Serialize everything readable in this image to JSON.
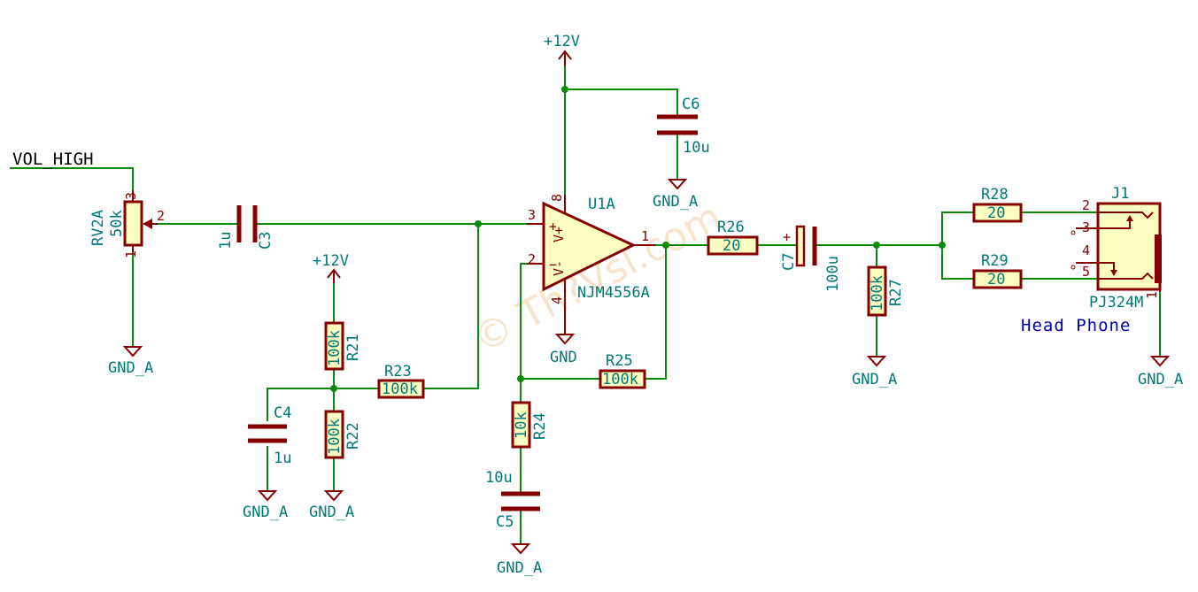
{
  "net_label": "VOL_HIGH",
  "watermark": "© Th?Vsl.com",
  "power_labels": {
    "vcc_top": "+12V",
    "vcc_divider": "+12V",
    "gnd_rv2": "GND_A",
    "gnd_c6": "GND_A",
    "gnd_c4": "GND_A",
    "gnd_r22": "GND_A",
    "gnd_c5": "GND_A",
    "gnd_opamp": "GND",
    "gnd_r27": "GND_A",
    "gnd_j1": "GND_A"
  },
  "components": {
    "rv2": {
      "ref": "RV2A",
      "value": "50k",
      "pin1": "1",
      "pin2": "2",
      "pin3": "3"
    },
    "c3": {
      "ref": "C3",
      "value": "1u"
    },
    "c6": {
      "ref": "C6",
      "value": "10u"
    },
    "c4": {
      "ref": "C4",
      "value": "1u"
    },
    "c5": {
      "ref": "C5",
      "value": "10u"
    },
    "c7": {
      "ref": "C7",
      "value": "100u",
      "polarity": "+"
    },
    "r21": {
      "ref": "R21",
      "value": "100k"
    },
    "r22": {
      "ref": "R22",
      "value": "100k"
    },
    "r23": {
      "ref": "R23",
      "value": "100k"
    },
    "r24": {
      "ref": "R24",
      "value": "10k"
    },
    "r25": {
      "ref": "R25",
      "value": "100k"
    },
    "r26": {
      "ref": "R26",
      "value": "20"
    },
    "r27": {
      "ref": "R27",
      "value": "100k"
    },
    "r28": {
      "ref": "R28",
      "value": "20"
    },
    "r29": {
      "ref": "R29",
      "value": "20"
    },
    "u1": {
      "ref": "U1A",
      "value": "NJM4556A",
      "pin_in_plus": "3",
      "pin_in_minus": "2",
      "pin_out": "1",
      "pin_vplus": "8",
      "pin_vminus": "4",
      "label_vplus": "V+",
      "label_vminus": "V-",
      "sym_plus": "+",
      "sym_minus": "−"
    },
    "j1": {
      "ref": "J1",
      "value": "PJ324M",
      "pins": [
        "2",
        "3",
        "4",
        "5"
      ],
      "pin1": "1",
      "caption": "Head Phone"
    }
  }
}
